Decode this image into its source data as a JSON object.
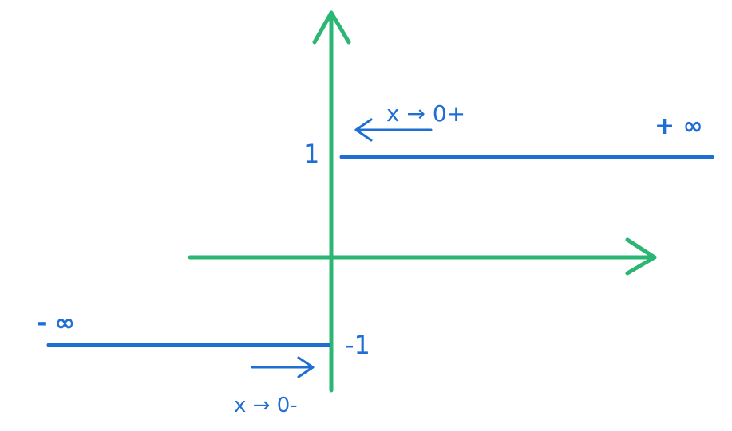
{
  "y_tick_labels": {
    "one": "1",
    "minus_one": "-1"
  },
  "annotations": {
    "right_limit": "x → 0+",
    "left_limit": "x → 0-",
    "pos_infinity": "+ ∞",
    "neg_infinity": "- ∞"
  },
  "plotted_values": {
    "right_branch_y": 1,
    "left_branch_y": -1
  },
  "colors": {
    "axes": "#2bb673",
    "graph": "#1f6ed4"
  }
}
